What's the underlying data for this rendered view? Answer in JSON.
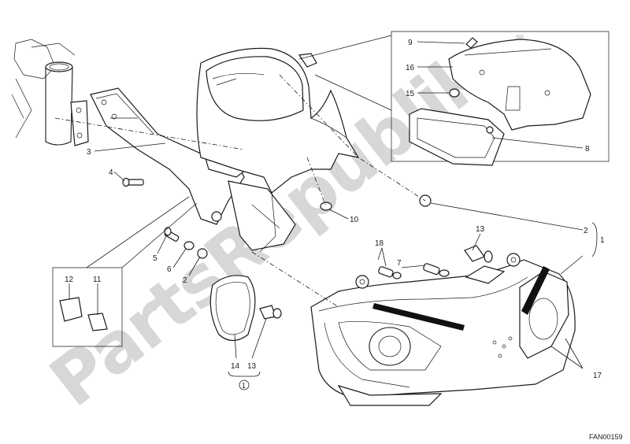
{
  "watermark": "PartsRepublik",
  "figure_code": "FAN00159",
  "callouts": {
    "c1": "1",
    "c2a": "2",
    "c2b": "2",
    "c3": "3",
    "c4": "4",
    "c5": "5",
    "c6": "6",
    "c7": "7",
    "c8": "8",
    "c9": "9",
    "c10": "10",
    "c11": "11",
    "c12": "12",
    "c13a": "13",
    "c13b": "13",
    "c14": "14",
    "c15": "15",
    "c16": "16",
    "c17": "17",
    "c18": "18",
    "kit_circle": "1"
  }
}
